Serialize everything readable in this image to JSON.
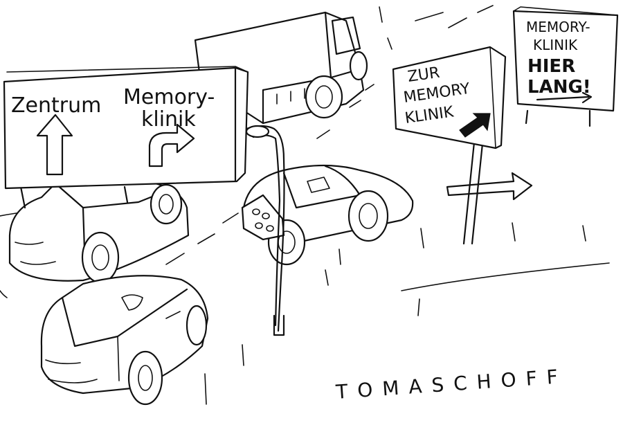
{
  "signs": {
    "gantry": {
      "left_label": "Zentrum",
      "right_label_line1": "Memory-",
      "right_label_line2": "klinik"
    },
    "roadside": {
      "line1": "ZUR",
      "line2": "MEMORY",
      "line3": "KLINIK"
    },
    "far": {
      "line1": "MEMORY-",
      "line2": "KLINIK",
      "line3": "HIER",
      "line4": "LANG!"
    }
  },
  "signature": "TOMASCHOFF",
  "colors": {
    "ink": "#111111",
    "paper": "#ffffff"
  }
}
